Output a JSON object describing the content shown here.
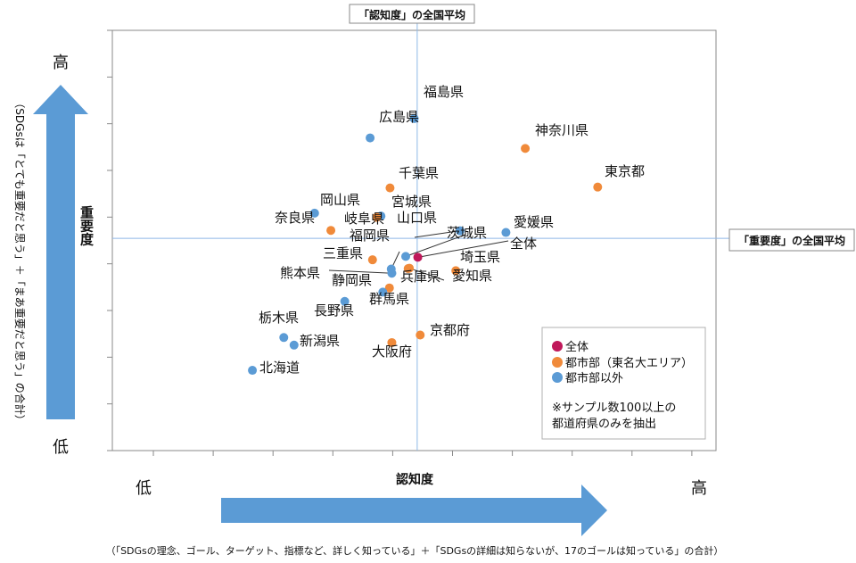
{
  "chart_data": {
    "type": "scatter",
    "xlabel": "認知度",
    "ylabel": "重要度",
    "x_low": "低",
    "x_high": "高",
    "y_low": "低",
    "y_high": "高",
    "x_caption": "（「SDGsの理念、ゴール、ターゲット、指標など、詳しく知っている」＋「SDGsの詳細は知らないが、17のゴールは知っている」の合計）",
    "y_caption": "（SDGsは「とても重要だと思う」＋「まあ重要だと思う」の合計）",
    "xlim": [
      0,
      100
    ],
    "ylim": [
      0,
      100
    ],
    "grid": false,
    "avg_x_label": "「認知度」の全国平均",
    "avg_y_label": "「重要度」の全国平均",
    "avg_x": 50.5,
    "avg_y": 50.5,
    "colors": {
      "total": "#c0185a",
      "urban": "#f08a3a",
      "other": "#5b9bd5",
      "axis": "#6a9fd6",
      "arrow": "#5b9bd5"
    },
    "legend": {
      "position": "bottom-right",
      "items": [
        {
          "name": "全体",
          "color": "#c0185a"
        },
        {
          "name": "都市部（東名大エリア）",
          "color": "#f08a3a"
        },
        {
          "name": "都市部以外",
          "color": "#5b9bd5"
        }
      ],
      "note_lines": [
        "※サンプル数100以上の",
        "都道府県のみを抽出"
      ]
    },
    "points": [
      {
        "name": "全体",
        "group": "total",
        "x": 50.6,
        "y": 46.0
      },
      {
        "name": "福島県",
        "group": "other",
        "x": 50.0,
        "y": 79.0
      },
      {
        "name": "広島県",
        "group": "other",
        "x": 42.7,
        "y": 74.4
      },
      {
        "name": "神奈川県",
        "group": "urban",
        "x": 68.4,
        "y": 71.9
      },
      {
        "name": "千葉県",
        "group": "urban",
        "x": 46.0,
        "y": 62.5
      },
      {
        "name": "東京都",
        "group": "urban",
        "x": 80.4,
        "y": 62.7
      },
      {
        "name": "岡山県",
        "group": "other",
        "x": 33.5,
        "y": 56.5
      },
      {
        "name": "宮城県",
        "group": "other",
        "x": 44.5,
        "y": 55.8
      },
      {
        "name": "奈良県",
        "group": "urban",
        "x": 36.2,
        "y": 52.4
      },
      {
        "name": "岐阜県",
        "group": "urban",
        "x": 43.8,
        "y": 55.5
      },
      {
        "name": "山口県",
        "group": "other",
        "x": 57.6,
        "y": 52.3
      },
      {
        "name": "愛媛県",
        "group": "other",
        "x": 65.2,
        "y": 51.9
      },
      {
        "name": "茨城県",
        "group": "other",
        "x": 48.6,
        "y": 46.2
      },
      {
        "name": "福岡県",
        "group": "other",
        "x": 46.2,
        "y": 43.2
      },
      {
        "name": "三重県",
        "group": "urban",
        "x": 43.1,
        "y": 45.4
      },
      {
        "name": "熊本県",
        "group": "other",
        "x": 46.3,
        "y": 42.2
      },
      {
        "name": "兵庫県",
        "group": "urban",
        "x": 49.2,
        "y": 43.4
      },
      {
        "name": "埼玉県",
        "group": "urban",
        "x": 56.9,
        "y": 42.8
      },
      {
        "name": "愛知県",
        "group": "urban",
        "x": 49.0,
        "y": 43.3
      },
      {
        "name": "静岡県",
        "group": "urban",
        "x": 45.9,
        "y": 38.7
      },
      {
        "name": "群馬県",
        "group": "other",
        "x": 44.8,
        "y": 37.7
      },
      {
        "name": "長野県",
        "group": "other",
        "x": 38.5,
        "y": 35.5
      },
      {
        "name": "京都府",
        "group": "urban",
        "x": 51.0,
        "y": 27.5
      },
      {
        "name": "大阪府",
        "group": "urban",
        "x": 46.3,
        "y": 25.7
      },
      {
        "name": "栃木県",
        "group": "other",
        "x": 28.4,
        "y": 26.9
      },
      {
        "name": "新潟県",
        "group": "other",
        "x": 30.1,
        "y": 25.1
      },
      {
        "name": "北海道",
        "group": "other",
        "x": 23.2,
        "y": 19.1
      }
    ]
  }
}
